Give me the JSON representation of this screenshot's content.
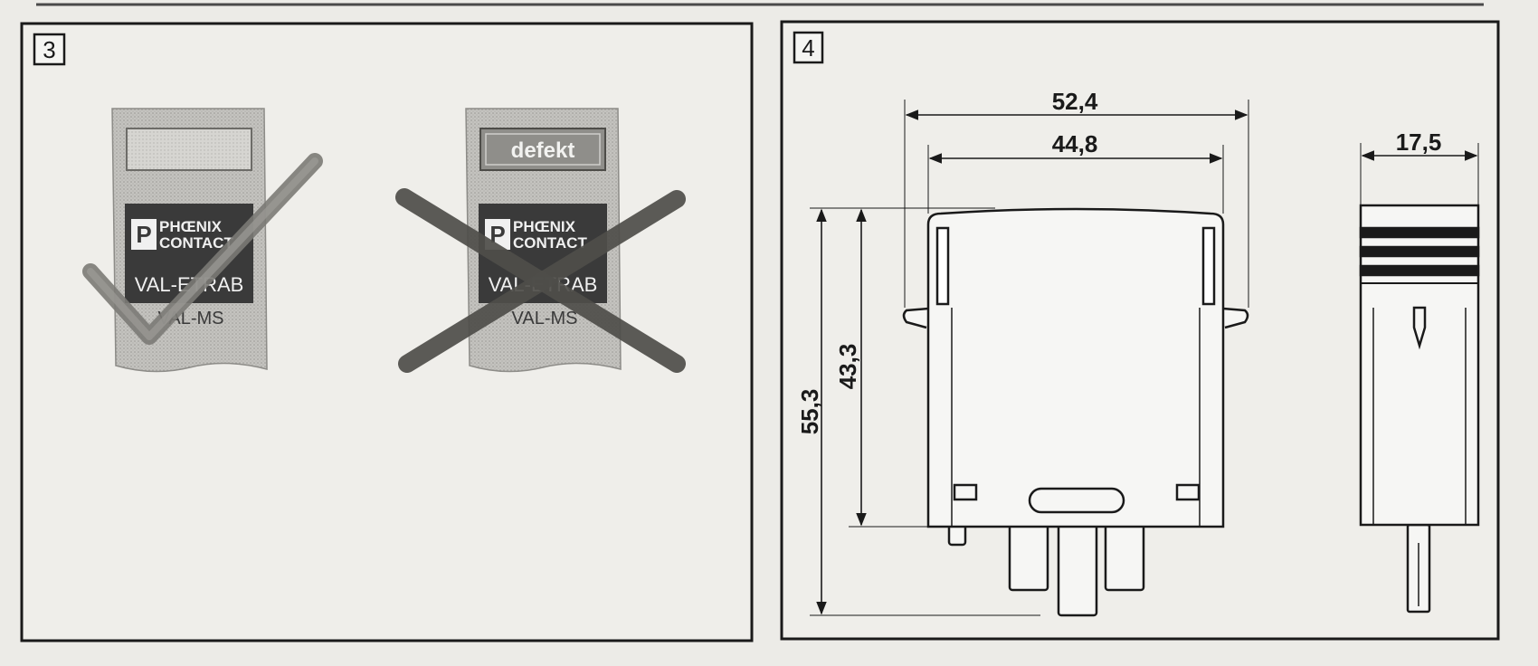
{
  "panels": [
    {
      "number": "3"
    },
    {
      "number": "4"
    }
  ],
  "modules": {
    "good": {
      "brand_line1": "PHŒNIX",
      "brand_line2": "CONTACT",
      "product": "VAL-ETRAB",
      "model": "VAL-MS",
      "window_text": "",
      "status_mark": "checkmark"
    },
    "defective": {
      "brand_line1": "PHŒNIX",
      "brand_line2": "CONTACT",
      "product": "VAL-ETRAB",
      "model": "VAL-MS",
      "window_text": "defekt",
      "status_mark": "cross"
    }
  },
  "dimensions": {
    "overall_width": "52,4",
    "inner_width": "44,8",
    "overall_height": "55,3",
    "body_height": "43,3",
    "side_depth": "17,5"
  },
  "colors": {
    "paper": "#ecebe7",
    "line": "#1a1a1a",
    "module_gray": "#b9b8b4",
    "label_dark": "#3a3a3a",
    "mark": "#5c5c5c"
  }
}
